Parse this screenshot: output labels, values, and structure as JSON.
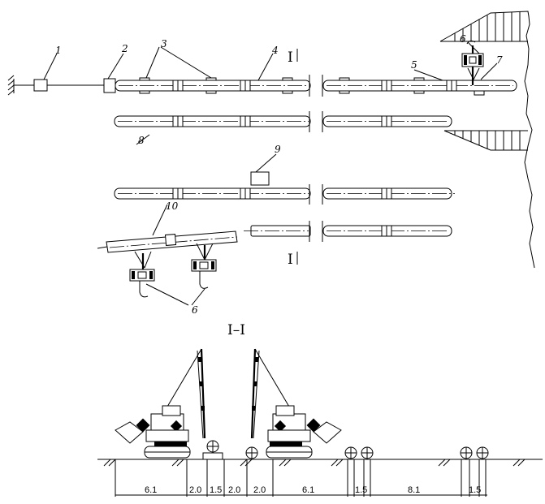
{
  "labels": {
    "l1": "1",
    "l2": "2",
    "l3": "3",
    "l4": "4",
    "l5": "5",
    "l6a": "6",
    "l7": "7",
    "l8": "8",
    "l9": "9",
    "l10": "10",
    "l6b": "6"
  },
  "section": {
    "mark_top": "I",
    "mark_bottom": "I",
    "title": "I–I"
  },
  "dimensions": [
    "6.1",
    "2.0",
    "1.5",
    "2.0",
    "2.0",
    "6.1",
    "1.5",
    "8.1",
    "1.5"
  ]
}
